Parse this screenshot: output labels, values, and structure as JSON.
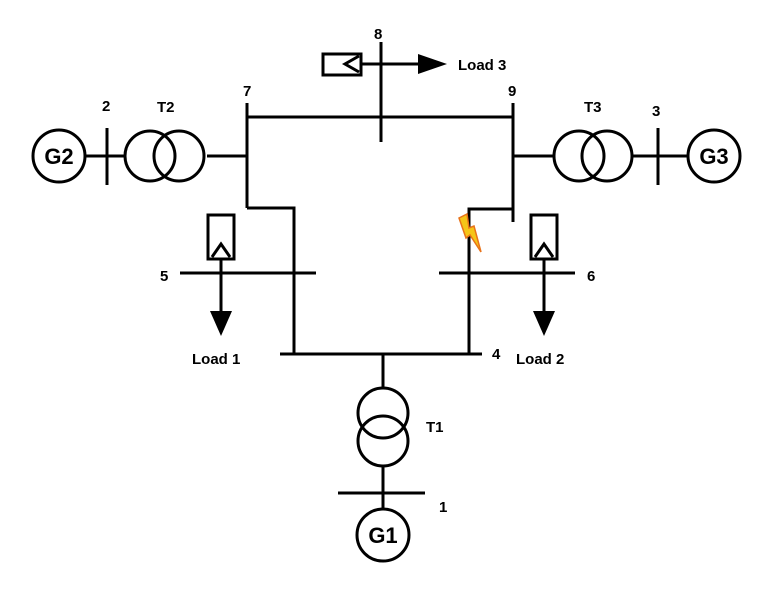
{
  "generators": [
    {
      "id": "g1",
      "label": "G1"
    },
    {
      "id": "g2",
      "label": "G2"
    },
    {
      "id": "g3",
      "label": "G3"
    }
  ],
  "transformers": [
    {
      "id": "t1",
      "label": "T1"
    },
    {
      "id": "t2",
      "label": "T2"
    },
    {
      "id": "t3",
      "label": "T3"
    }
  ],
  "buses": [
    {
      "id": "bus-1",
      "label": "1"
    },
    {
      "id": "bus-2",
      "label": "2"
    },
    {
      "id": "bus-3",
      "label": "3"
    },
    {
      "id": "bus-4",
      "label": "4"
    },
    {
      "id": "bus-5",
      "label": "5"
    },
    {
      "id": "bus-6",
      "label": "6"
    },
    {
      "id": "bus-7",
      "label": "7"
    },
    {
      "id": "bus-8",
      "label": "8"
    },
    {
      "id": "bus-9",
      "label": "9"
    }
  ],
  "loads": [
    {
      "id": "load-1",
      "label": "Load 1"
    },
    {
      "id": "load-2",
      "label": "Load 2"
    },
    {
      "id": "load-3",
      "label": "Load 3"
    }
  ],
  "fault": {
    "icon": "lightning-bolt-icon",
    "color": "#f5c518",
    "outline": "#e8731a"
  }
}
